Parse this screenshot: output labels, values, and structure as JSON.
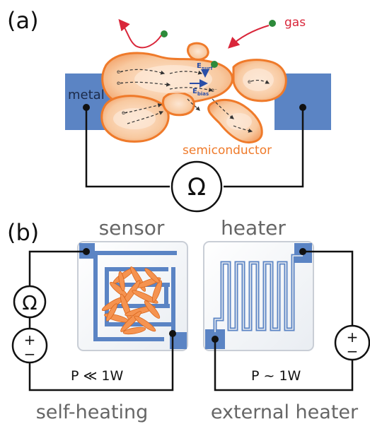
{
  "panel_a": {
    "label": "(a)",
    "gas_label": "gas",
    "metal_label": "metal",
    "semiconductor_label": "semiconductor",
    "e_surf_main": "E",
    "e_surf_sub": "surf",
    "e_bias_main": "E",
    "e_bias_sub": "bias",
    "ohm_symbol": "Ω"
  },
  "panel_b": {
    "label": "(b)",
    "sensor_title": "sensor",
    "heater_title": "heater",
    "ohm_symbol": "Ω",
    "plus_left": "+",
    "minus_left": "−",
    "plus_right": "+",
    "minus_right": "−",
    "power_left": "P ≪ 1W",
    "power_right": "P ~ 1W",
    "caption_left": "self-heating",
    "caption_right": "external heater"
  },
  "colors": {
    "metal": "#5b84c4",
    "grain_fill": "#f7c49a",
    "grain_edge": "#ef7a2a",
    "gas_arrow": "#d9263a",
    "molecule": "#2d8a3a",
    "field_arrow": "#2a4fa8",
    "wire": "#111111"
  }
}
